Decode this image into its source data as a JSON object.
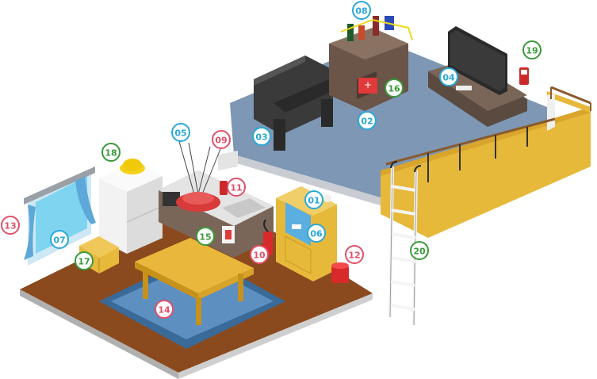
{
  "markers": [
    {
      "id": "01",
      "label": "01",
      "color": "blue"
    },
    {
      "id": "02",
      "label": "02",
      "color": "blue"
    },
    {
      "id": "03",
      "label": "03",
      "color": "blue"
    },
    {
      "id": "04",
      "label": "04",
      "color": "blue"
    },
    {
      "id": "05",
      "label": "05",
      "color": "blue"
    },
    {
      "id": "06",
      "label": "06",
      "color": "blue"
    },
    {
      "id": "07",
      "label": "07",
      "color": "blue"
    },
    {
      "id": "08",
      "label": "08",
      "color": "blue"
    },
    {
      "id": "09",
      "label": "09",
      "color": "red"
    },
    {
      "id": "10",
      "label": "10",
      "color": "red"
    },
    {
      "id": "11",
      "label": "11",
      "color": "red"
    },
    {
      "id": "12",
      "label": "12",
      "color": "red"
    },
    {
      "id": "13",
      "label": "13",
      "color": "red"
    },
    {
      "id": "14",
      "label": "14",
      "color": "red"
    },
    {
      "id": "15",
      "label": "15",
      "color": "green"
    },
    {
      "id": "16",
      "label": "16",
      "color": "green"
    },
    {
      "id": "17",
      "label": "17",
      "color": "green"
    },
    {
      "id": "18",
      "label": "18",
      "color": "green"
    },
    {
      "id": "19",
      "label": "19",
      "color": "green"
    },
    {
      "id": "20",
      "label": "20",
      "color": "green"
    }
  ],
  "colors": {
    "blue": "#2aa8d8",
    "red": "#e0506a",
    "green": "#3a9a3a",
    "floor_upper": "#7d97b4",
    "floor_lower": "#8a4a1e",
    "wall_yellow": "#e7b93b",
    "rug": "#5d8fc0",
    "table": "#e9b73b"
  }
}
